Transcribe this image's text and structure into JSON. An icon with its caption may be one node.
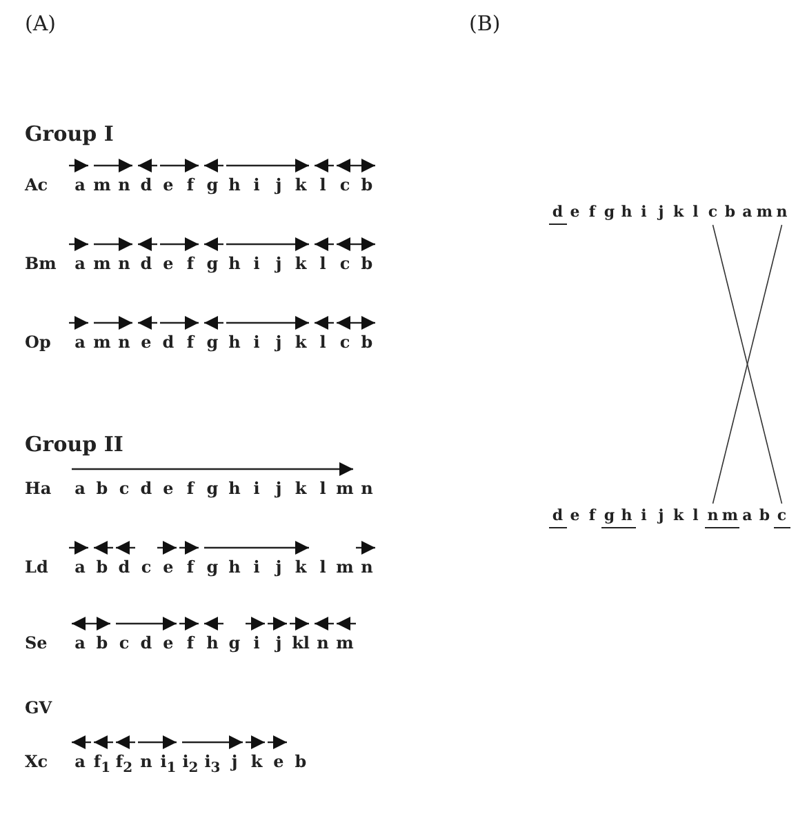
{
  "diagram": {
    "nodes": [
      {
        "text": [
          "c"
        ]
      },
      {
        "text": [
          "n"
        ]
      },
      {
        "text": [
          "n"
        ]
      },
      {
        "text": [
          "c"
        ]
      }
    ],
    "edges": [
      {
        "from": 0,
        "to": 3,
        "arrow": "none"
      },
      {
        "from": 1,
        "to": 2,
        "arrow": "none"
      }
    ],
    "labels": [
      "(A)",
      "(B)",
      "Group I",
      "Ac",
      "a m n d e f g h i j k l c b",
      "Bm",
      "a m n d e f g h i j k l c b",
      "Op",
      "a m n e d f g h i j k l c b",
      "Group II",
      "Ha",
      "a b c d e f g h i j k l m n",
      "Ld",
      "a b d c e f g h i j k l m n",
      "Se",
      "a b c d e f h g i j kl n m",
      "GV",
      "Xc",
      "a f$_{1}$ f$_{2}$ n i$_{1}$ i$_{2}$ i$_{3}$ j k e b",
      "d e f g h i j k l",
      "b a m",
      "d e f g h i j k l",
      "m a b"
    ]
  }
}
